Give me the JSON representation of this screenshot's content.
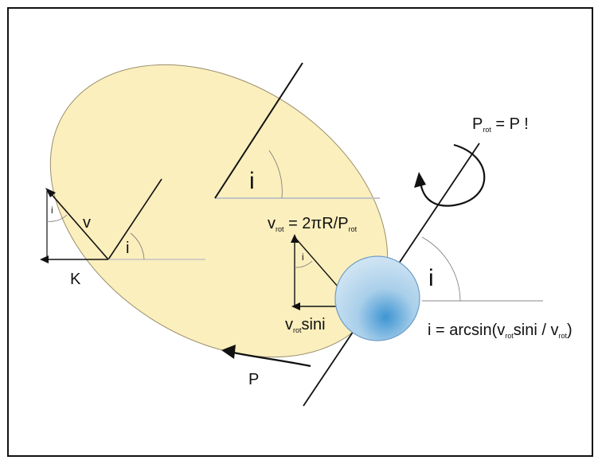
{
  "colors": {
    "orbit_fill": "#faefbd",
    "orbit_stroke": "#8c8060",
    "star_highlight": "#e3eff8",
    "star_mid": "#a9cfea",
    "star_edge": "#79acd6",
    "reference_line": "#c4c4c4",
    "ink": "#111111"
  },
  "labels": {
    "inclination_orbit_axis": "i",
    "inclination_star_axis": "i",
    "triangle_left_angle": "i",
    "triangle_left_v": "v",
    "triangle_left_K": "K",
    "small_angle_left": "i",
    "triangle_mid_angle": "i",
    "period_P": "P",
    "p_rot_main": "P",
    "p_rot_sub": "rot",
    "p_rot_eq": " = P !",
    "vrot_main": "v",
    "vrot_sub": "rot",
    "vrot_eq": " = 2πR/P",
    "vrot_eq_sub": "rot",
    "vrotsini_main": "v",
    "vrotsini_sub": "rot",
    "vrotsini_tail": "sini",
    "formula_a": "i = arcsin(v",
    "formula_sub1": "rot",
    "formula_b": "sini / v",
    "formula_sub2": "rot",
    "formula_c": ")"
  }
}
